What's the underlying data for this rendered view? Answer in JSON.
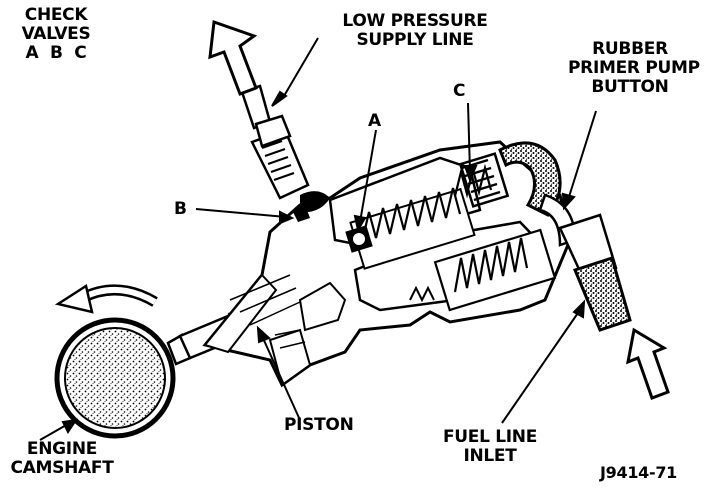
{
  "labels": {
    "check_valves_title": [
      "CHECK",
      "VALVES",
      "A  B  C"
    ],
    "low_pressure_supply_line": [
      "LOW PRESSURE",
      "SUPPLY LINE"
    ],
    "rubber_primer_pump_button": [
      "RUBBER",
      "PRIMER PUMP",
      "BUTTON"
    ],
    "valve_a": "A",
    "valve_b": "B",
    "valve_c": "C",
    "piston": "PISTON",
    "engine_camshaft": [
      "ENGINE",
      "CAMSHAFT"
    ],
    "fuel_line_inlet": [
      "FUEL LINE",
      "INLET"
    ],
    "figure_code": "J9414-71"
  },
  "colors": {
    "ink": "#000000",
    "paper": "#ffffff",
    "speckle": "#9a9a9a"
  },
  "icons": {
    "outlet_arrow": "arrow-up-left-icon",
    "inlet_arrow": "arrow-up-icon",
    "rotation_arrow": "curved-arrow-left-icon"
  }
}
